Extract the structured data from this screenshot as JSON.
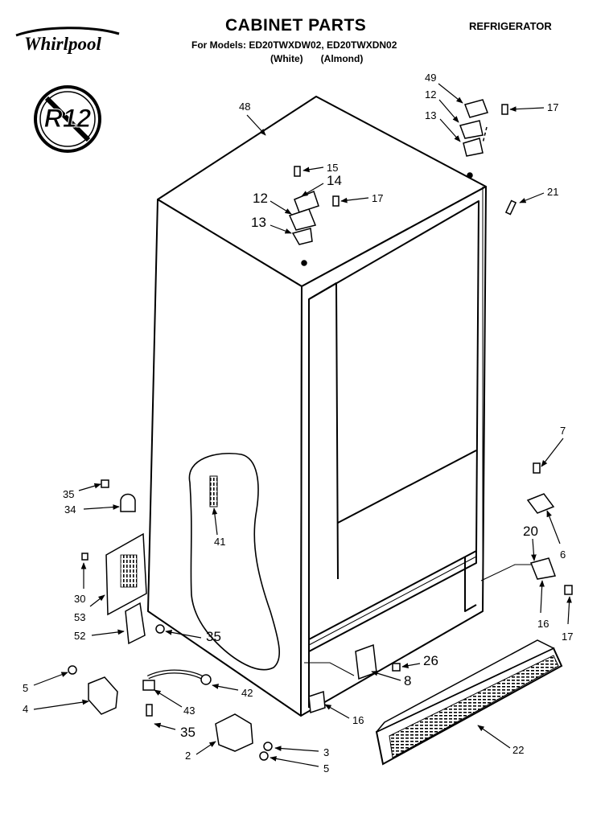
{
  "header": {
    "title": "CABINET PARTS",
    "category": "REFRIGERATOR",
    "models_line": "For Models: ED20TWXDW02, ED20TWXDN02",
    "color_white": "(White)",
    "color_almond": "(Almond)"
  },
  "logo": {
    "brand": "Whirlpool"
  },
  "refrigerant_badge": {
    "text": "R12",
    "icon": "prohibited-icon"
  },
  "callouts": [
    {
      "id": "48",
      "label": "48"
    },
    {
      "id": "49",
      "label": "49"
    },
    {
      "id": "12a",
      "label": "12"
    },
    {
      "id": "13a",
      "label": "13"
    },
    {
      "id": "17a",
      "label": "17"
    },
    {
      "id": "15",
      "label": "15"
    },
    {
      "id": "14",
      "label": "14"
    },
    {
      "id": "12b",
      "label": "12"
    },
    {
      "id": "17b",
      "label": "17"
    },
    {
      "id": "13b",
      "label": "13"
    },
    {
      "id": "21",
      "label": "21"
    },
    {
      "id": "7",
      "label": "7"
    },
    {
      "id": "35a",
      "label": "35"
    },
    {
      "id": "34",
      "label": "34"
    },
    {
      "id": "41",
      "label": "41"
    },
    {
      "id": "6",
      "label": "6"
    },
    {
      "id": "20",
      "label": "20"
    },
    {
      "id": "30",
      "label": "30"
    },
    {
      "id": "53",
      "label": "53"
    },
    {
      "id": "52",
      "label": "52"
    },
    {
      "id": "35b",
      "label": "35"
    },
    {
      "id": "16a",
      "label": "16"
    },
    {
      "id": "17c",
      "label": "17"
    },
    {
      "id": "26",
      "label": "26"
    },
    {
      "id": "5a",
      "label": "5"
    },
    {
      "id": "42",
      "label": "42"
    },
    {
      "id": "8",
      "label": "8"
    },
    {
      "id": "4",
      "label": "4"
    },
    {
      "id": "43",
      "label": "43"
    },
    {
      "id": "16b",
      "label": "16"
    },
    {
      "id": "35c",
      "label": "35"
    },
    {
      "id": "22",
      "label": "22"
    },
    {
      "id": "2",
      "label": "2"
    },
    {
      "id": "3",
      "label": "3"
    },
    {
      "id": "5b",
      "label": "5"
    }
  ]
}
